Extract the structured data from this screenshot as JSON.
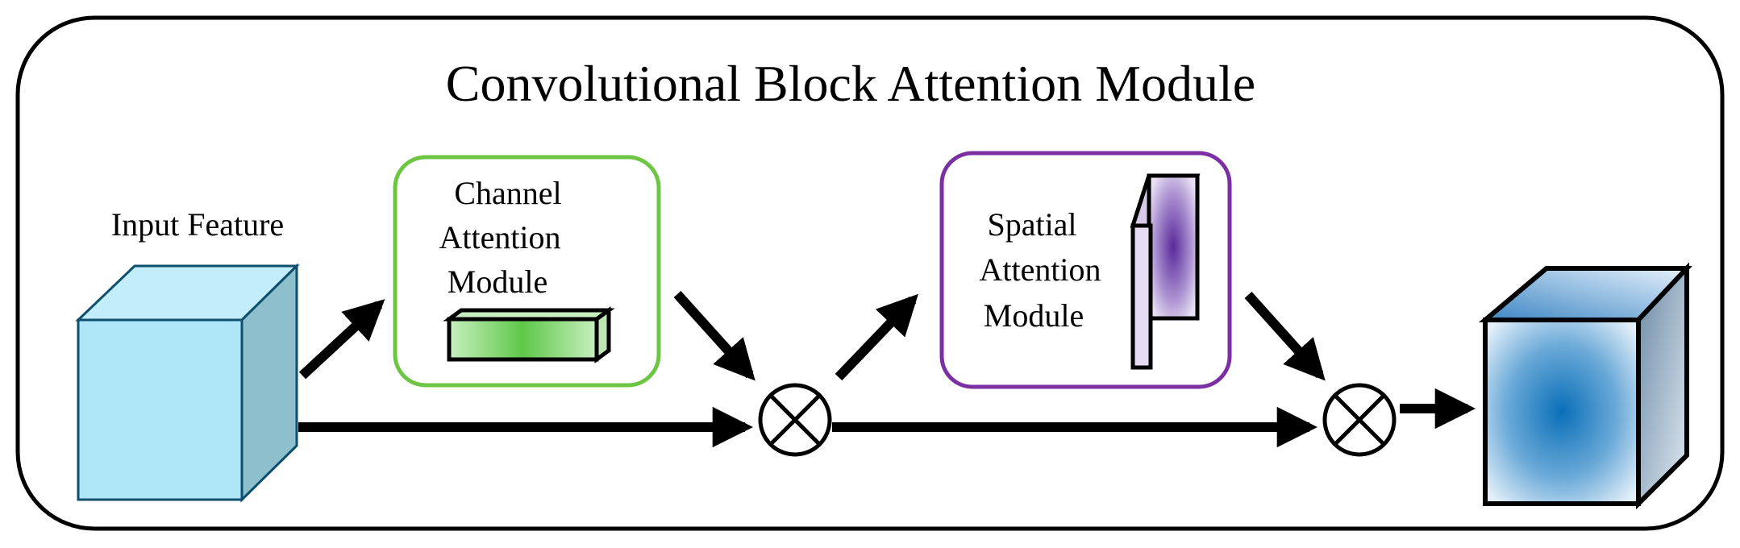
{
  "title": "Convolutional Block Attention Module",
  "input_label": "Input Feature",
  "channel_module": {
    "lines": [
      "Channel",
      "Attention",
      "Module"
    ],
    "border_color": "#6cc644"
  },
  "spatial_module": {
    "lines": [
      "Spatial",
      "Attention",
      "Module"
    ],
    "border_color": "#7b2fa3"
  },
  "operators": [
    "element-wise-multiplication",
    "element-wise-multiplication"
  ],
  "colors": {
    "input_cube": "#aee6f8",
    "input_cube_side": "#8bbfcf",
    "channel_bar": "#7fd06a",
    "spatial_map": "#6a3fa8",
    "output_cube_center": "#0a6fb8"
  }
}
